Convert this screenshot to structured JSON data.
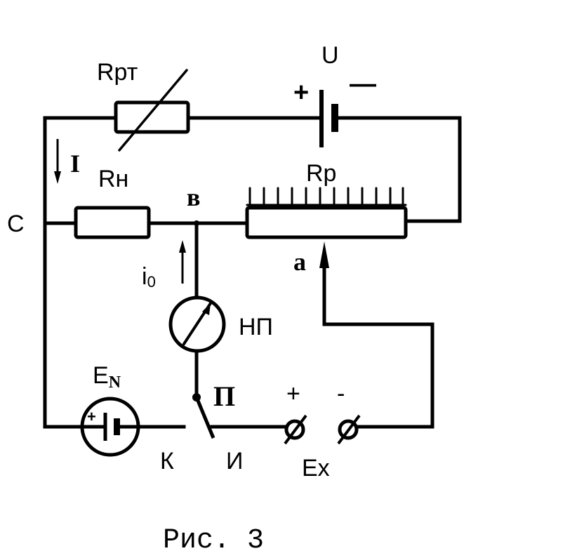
{
  "figure": {
    "caption": "Рис. 3",
    "labels": {
      "U": "U",
      "plus_U": "+",
      "minus_U": "—",
      "Rpt": "Rрт",
      "I": "I",
      "Rn": "Rн",
      "C": "С",
      "v": "в",
      "Rp": "Rр",
      "a": "a",
      "i0": "i",
      "i0_sub": "0",
      "NP": "НП",
      "EN": "E",
      "EN_sub": "N",
      "P": "П",
      "plus_Ex": "+",
      "minus_Ex": "-",
      "K": "К",
      "I_switch": "И",
      "Ex": "Ex"
    }
  }
}
